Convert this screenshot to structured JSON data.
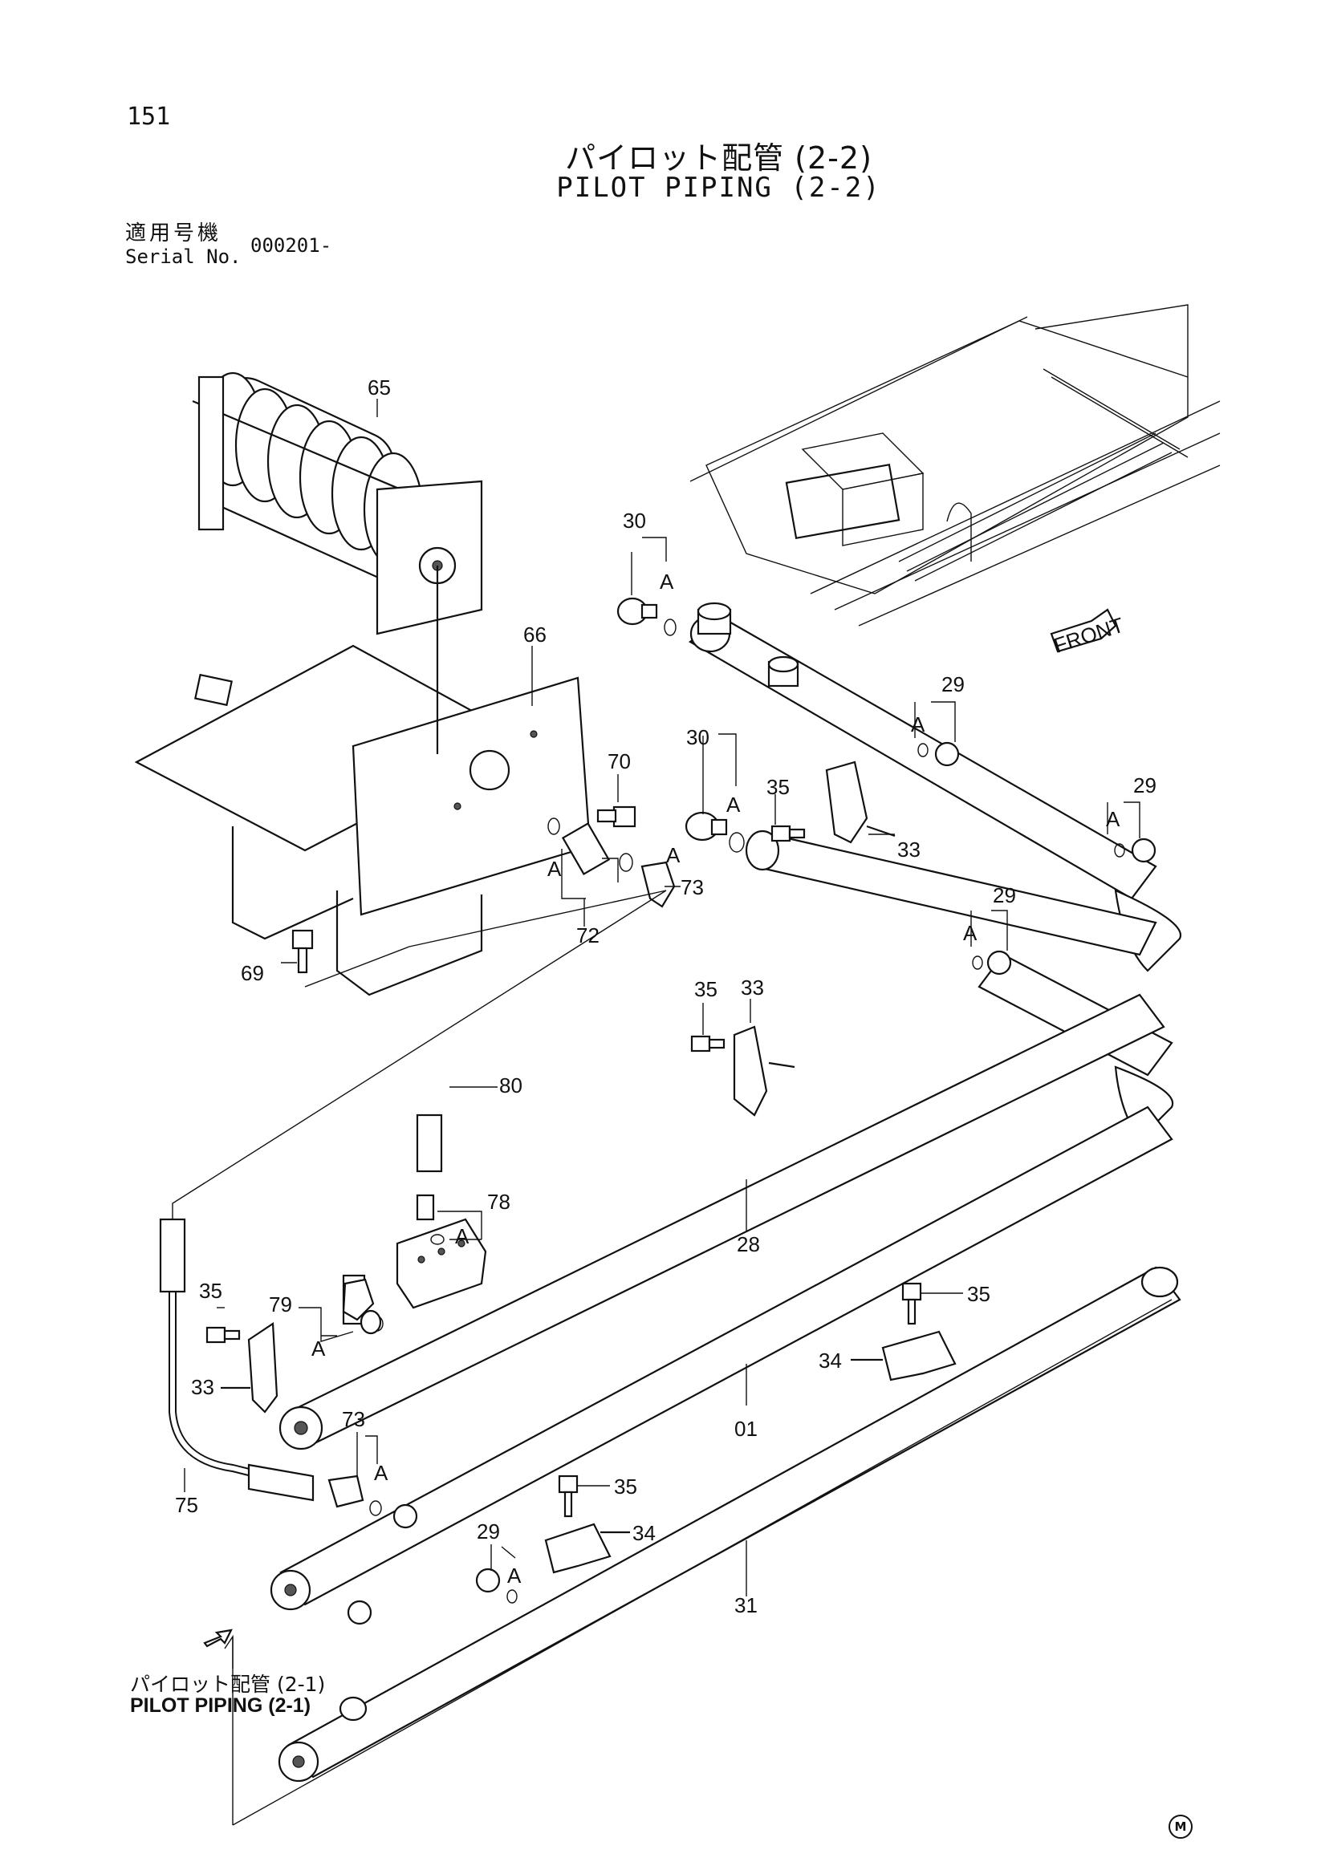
{
  "page_number": "151",
  "title_jp": "パイロット配管 (2-2)",
  "title_en": "PILOT PIPING (2-2)",
  "serial": {
    "label_jp": "適用号機",
    "label_en": "Serial No.",
    "value": "000201-"
  },
  "reference": {
    "label_jp": "パイロット配管 (2-1)",
    "label_en": "PILOT PIPING (2-1)"
  },
  "front_label": "FRONT",
  "mark": "M",
  "callouts": {
    "c65": "65",
    "c66": "66",
    "c30a": "30",
    "c30b": "30",
    "c70": "70",
    "c35a": "35",
    "c29a": "29",
    "c29b": "29",
    "c29c": "29",
    "c29d": "29",
    "c33a": "33",
    "c33b": "33",
    "c33c": "33",
    "c35b": "35",
    "c73a": "73",
    "c73b": "73",
    "c72": "72",
    "c69": "69",
    "c80": "80",
    "c78": "78",
    "c28": "28",
    "c35c": "35",
    "c79": "79",
    "c35d": "35",
    "c34a": "34",
    "c01": "01",
    "c75": "75",
    "c35e": "35",
    "c34b": "34",
    "c31": "31"
  },
  "joint_label": "A"
}
